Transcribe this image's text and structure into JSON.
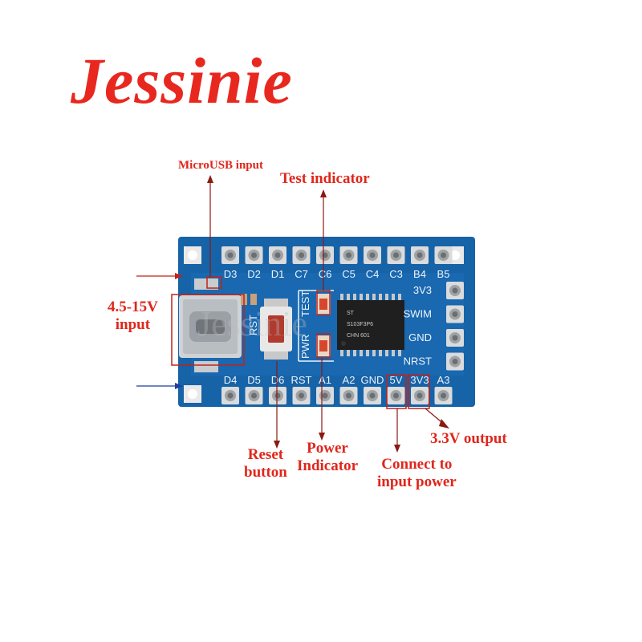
{
  "brand": "Jessinie",
  "watermark": "Jessinie",
  "callouts": {
    "microusb": "MicroUSB input",
    "test_indicator": "Test indicator",
    "input_voltage": [
      "4.5-15V",
      "input"
    ],
    "reset_button": [
      "Reset",
      "button"
    ],
    "power_indicator": [
      "Power",
      "Indicator"
    ],
    "connect_power": [
      "Connect to",
      "input power"
    ],
    "output_3v3": "3.3V output"
  },
  "silkscreen": {
    "top_pins": [
      "D3",
      "D2",
      "D1",
      "C7",
      "C6",
      "C5",
      "C4",
      "C3",
      "B4",
      "B5"
    ],
    "bottom_pins": [
      "D4",
      "D5",
      "D6",
      "RST",
      "A1",
      "A2",
      "GND",
      "5V",
      "3V3",
      "A3"
    ],
    "right_pins": [
      "3V3",
      "SWIM",
      "GND",
      "NRST"
    ],
    "rst_label": "RST",
    "pwr_label": "PWR",
    "test_label": "TEST"
  },
  "chip_text": [
    "ST",
    "S103F3P6",
    "CHN 601"
  ],
  "colors": {
    "pcb": "#1763a8",
    "callout": "#e0261b",
    "brand": "#e8281f",
    "arrow_blue": "#1f3fa0"
  }
}
